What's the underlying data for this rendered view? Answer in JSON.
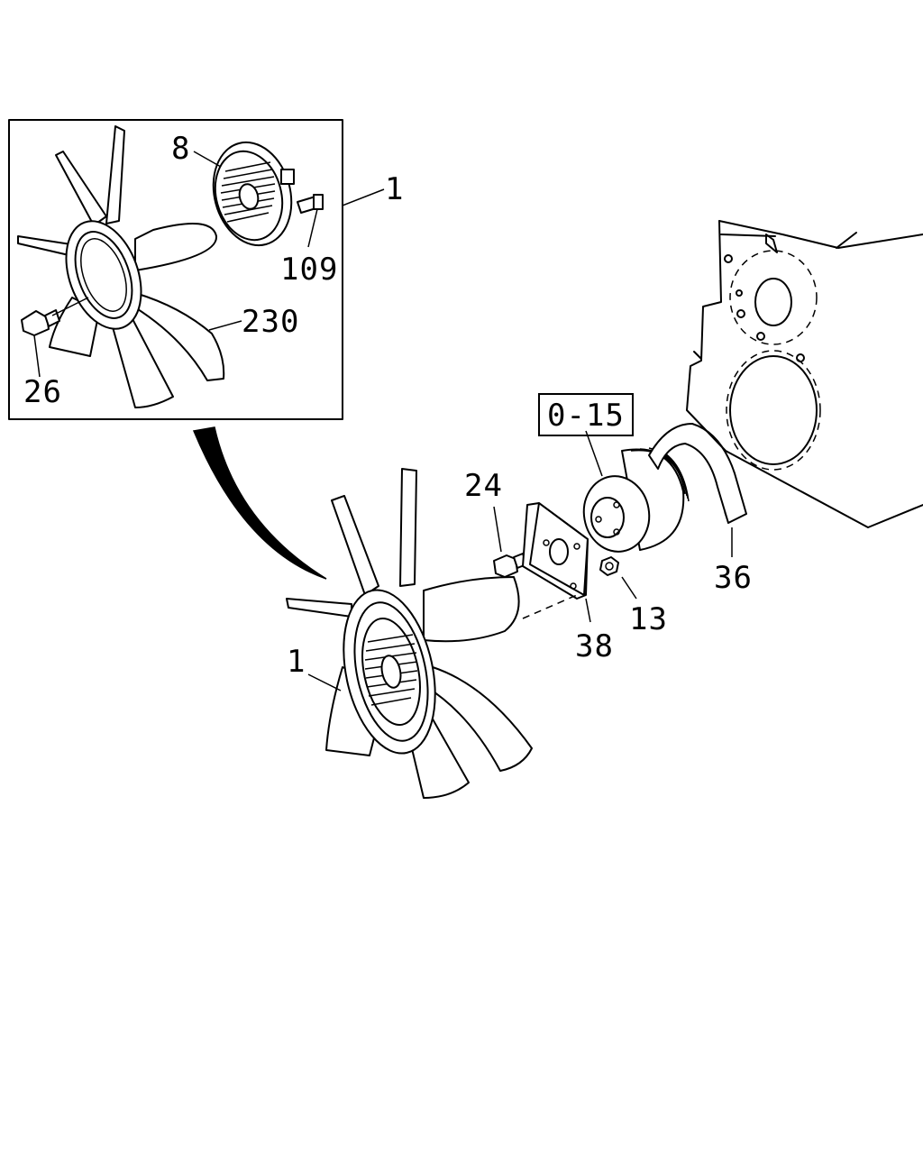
{
  "callouts": {
    "fan_assembly_inset": "1",
    "fan_clutch": "8",
    "clutch_bolt": "109",
    "fan_blade": "230",
    "fan_bolt": "26",
    "reference_group": "0-15",
    "pulley_bolt": "24",
    "fan_assembly_main": "1",
    "nut": "13",
    "bracket": "38",
    "belt": "36"
  },
  "colors": {
    "line": "#000000",
    "background": "#ffffff"
  }
}
